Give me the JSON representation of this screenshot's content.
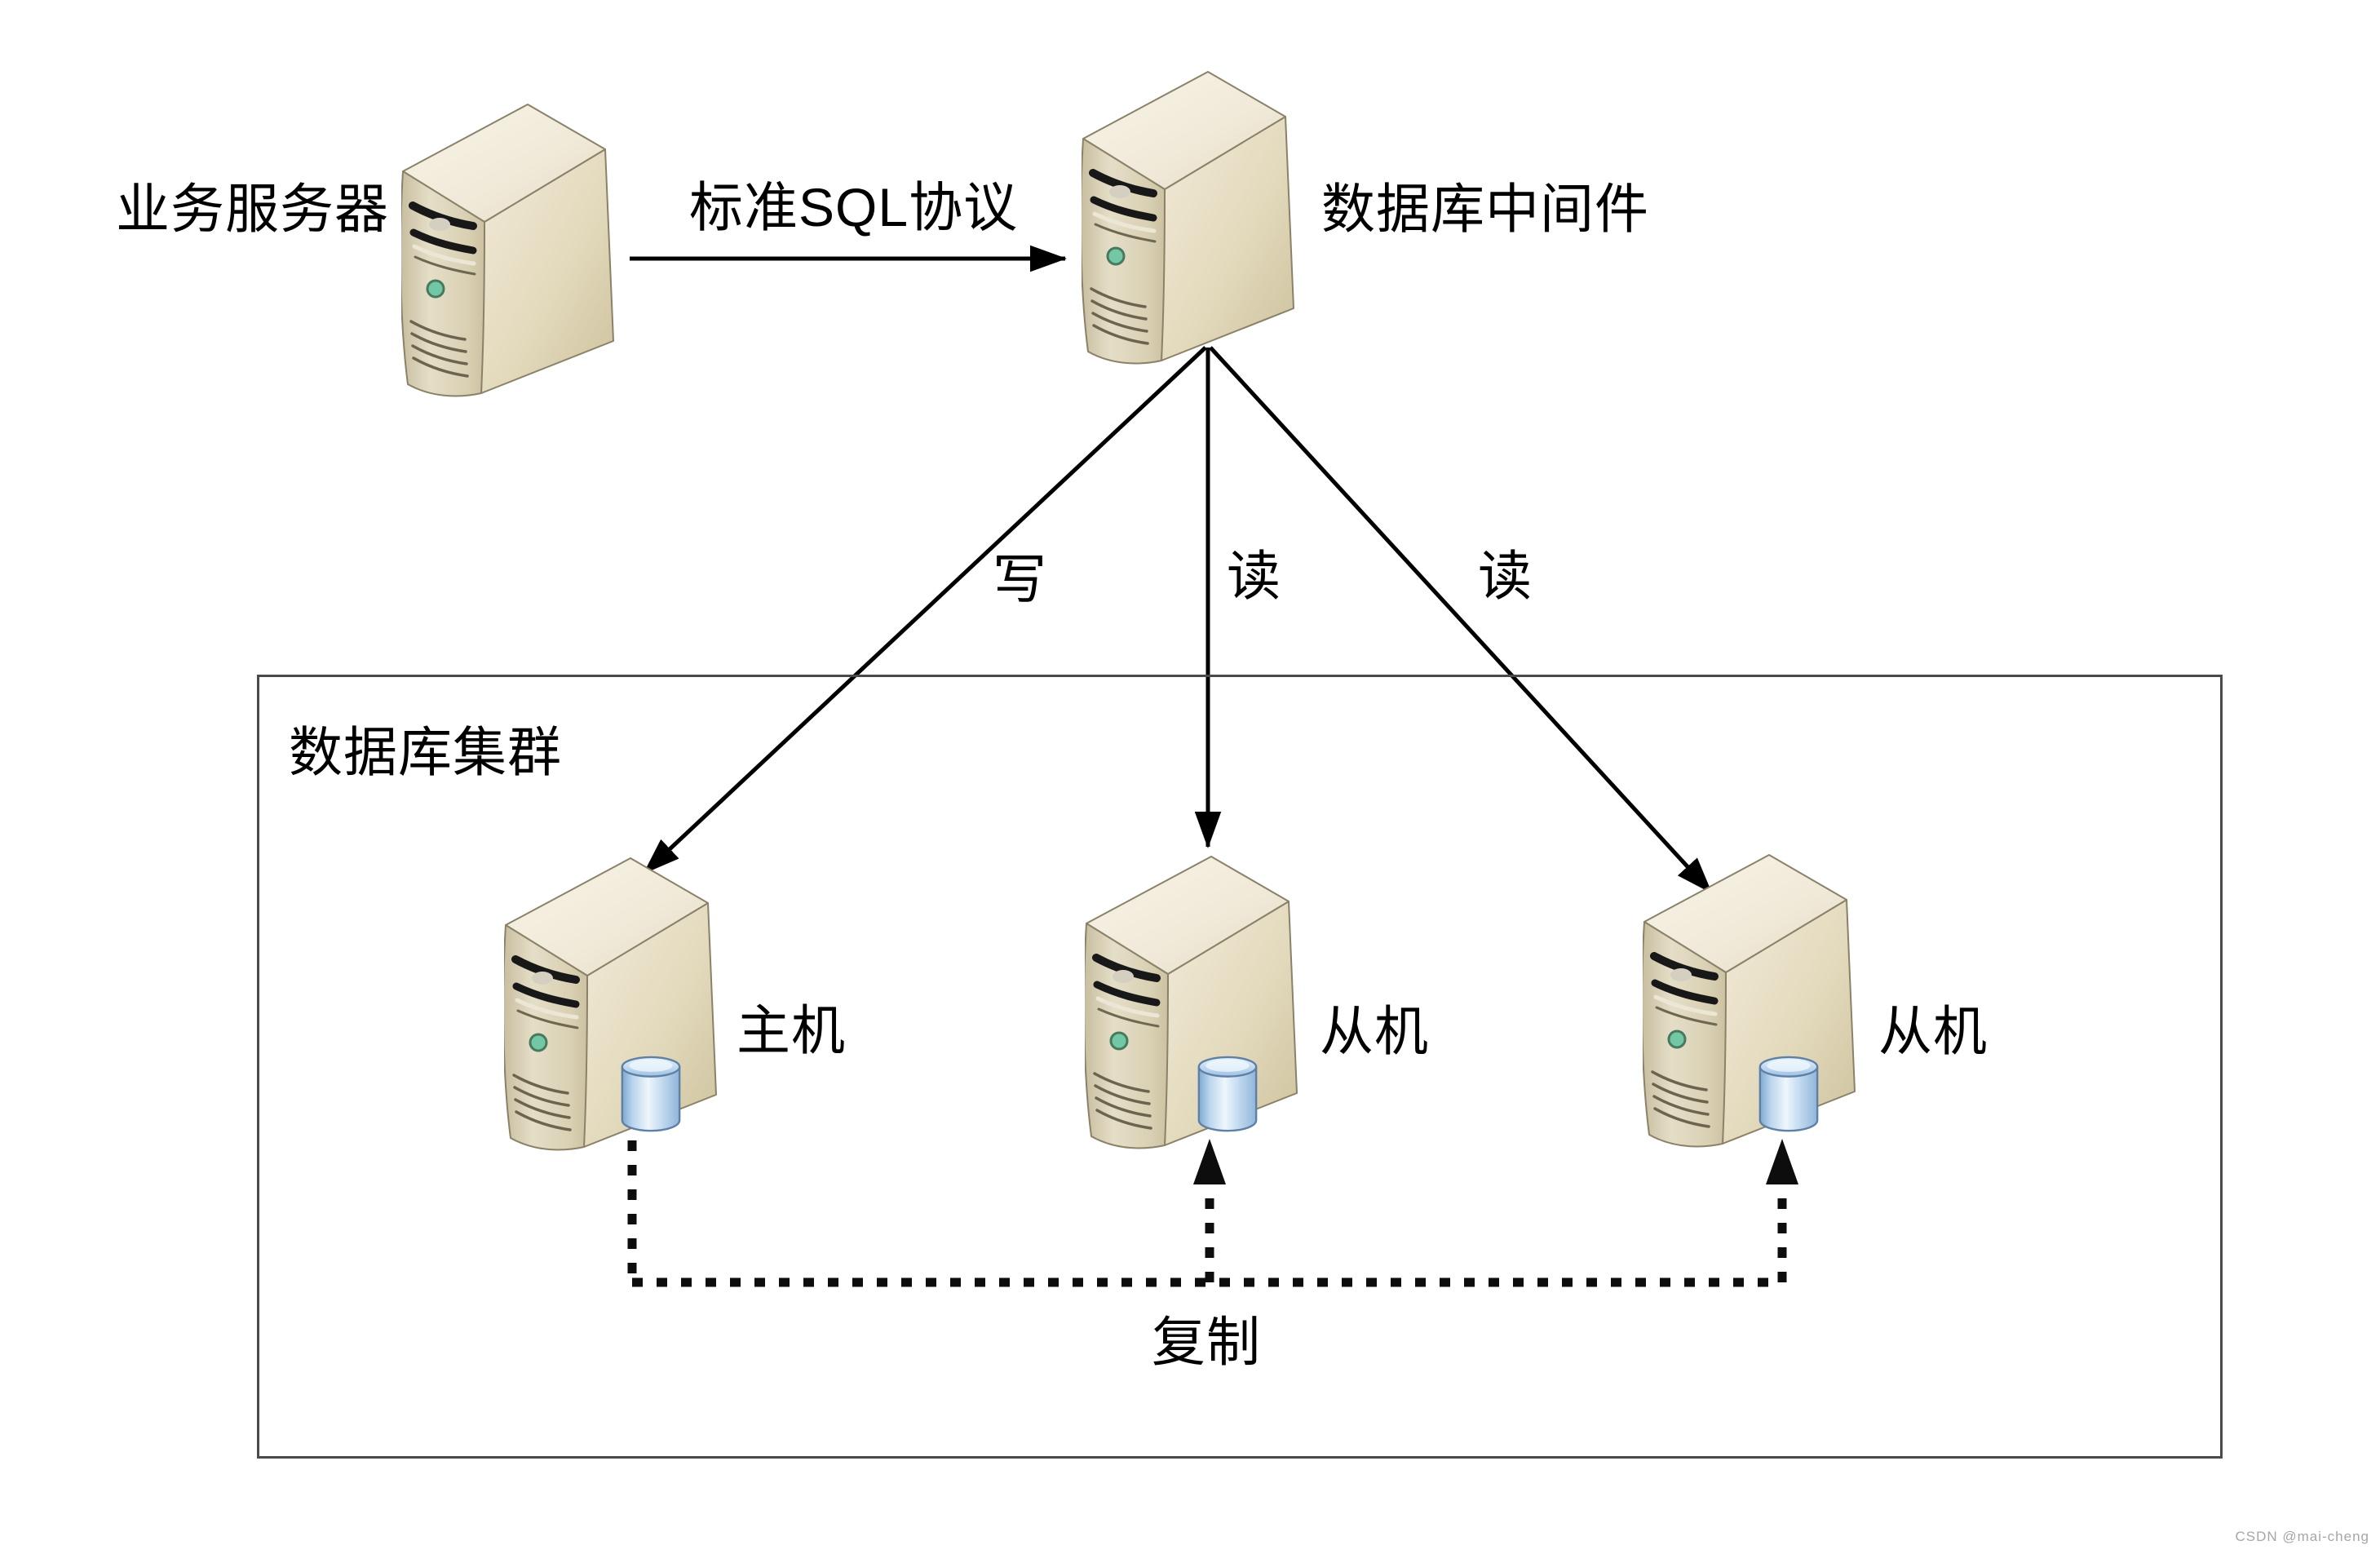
{
  "labels": {
    "business_server": "业务服务器",
    "sql_protocol": "标准SQL协议",
    "middleware": "数据库中间件",
    "write": "写",
    "read_1": "读",
    "read_2": "读",
    "cluster_title": "数据库集群",
    "master": "主机",
    "slave_1": "从机",
    "slave_2": "从机",
    "replication": "复制"
  },
  "watermark": "CSDN @mai-cheng",
  "colors": {
    "background": "#ffffff",
    "text": "#000000",
    "arrow": "#000000",
    "cluster_box_border": "#4a4a4a",
    "server_front": "#ddd4ba",
    "server_side": "#e6dec6",
    "server_top": "#f2ecdd",
    "server_outline": "#8a8169",
    "led_green": "#72c7a4",
    "cylinder_blue": "#aecfeb",
    "cylinder_outline": "#5d80a4",
    "watermark_gray": "#a6a6a6"
  }
}
